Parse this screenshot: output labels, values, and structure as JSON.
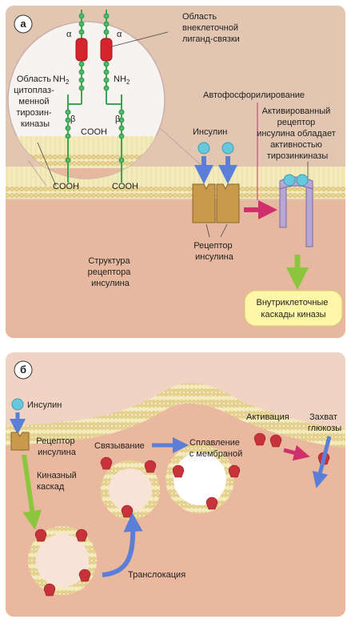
{
  "panel_a": {
    "letter": "а",
    "alpha": "α",
    "beta": "β",
    "nh2": "NH",
    "nh2_sub": "2",
    "cooh": "COOH",
    "ligand_region": [
      "Область",
      "внеклеточной",
      "лиганд-связки"
    ],
    "kinase_region": [
      "Область",
      "цитоплаз-",
      "менной",
      "тирозин-",
      "киназы"
    ],
    "insulin": "Инсулин",
    "autophos": "Автофосфорилирование",
    "activated": [
      "Активированный",
      "рецептор",
      "инсулина обладает",
      "активностью",
      "тирозинкиназы"
    ],
    "receptor": [
      "Рецептор",
      "инсулина"
    ],
    "structure": [
      "Структура",
      "рецептора",
      "инсулина"
    ],
    "cascades": [
      "Внутриклеточные",
      "каскады киназы"
    ]
  },
  "panel_b": {
    "letter": "б",
    "insulin": "Инсулин",
    "receptor": [
      "Рецептор",
      "инсулина"
    ],
    "kinase_cascade": [
      "Киназный",
      "каскад"
    ],
    "binding": "Связывание",
    "fusion": [
      "Сплавление",
      "с мембраной"
    ],
    "activation": "Активация",
    "glucose_uptake": [
      "Захват",
      "глюкозы"
    ],
    "translocation": "Транслокация"
  },
  "colors": {
    "frame_a": "#e2c6b2",
    "frame_b": "#f0d3c3",
    "cell": "#e6b89f",
    "membrane": "#f2e7b1",
    "head": "#e9d79c",
    "receptor_gold": "#c99a4b",
    "activated_receptor": "#b8a6d6",
    "insulin": "#67c8dc",
    "arrow_blue": "#5b7fd6",
    "arrow_green": "#8cc63f",
    "arrow_magenta": "#cf2f6c",
    "protein_red": "#c8323a",
    "chain_green": "#3ca554",
    "callout": "#fff7a8"
  }
}
